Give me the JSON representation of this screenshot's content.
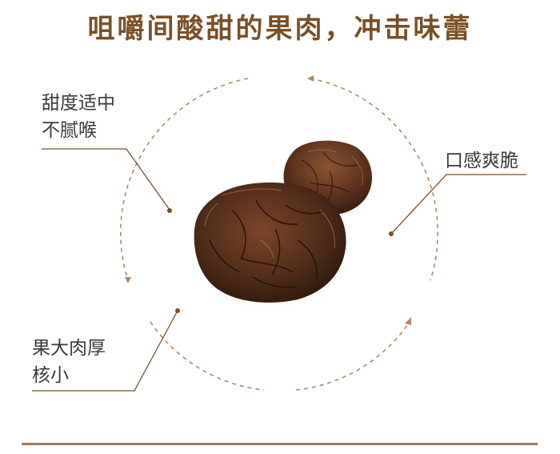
{
  "title": "咀嚼间酸甜的果肉，冲击味蕾",
  "features": {
    "top_left": [
      "甜度适中",
      "不腻喉"
    ],
    "top_right": [
      "口感爽脆"
    ],
    "bottom_left": [
      "果大肉厚",
      "核小"
    ]
  },
  "colors": {
    "title": "#7a5027",
    "accent_line": "#7a5027",
    "dashed_circle": "#b08a66",
    "label_text": "#3a3a3a",
    "fruit_dark": "#3e1f12",
    "fruit_mid": "#6b3a20",
    "fruit_light": "#a8673a"
  }
}
